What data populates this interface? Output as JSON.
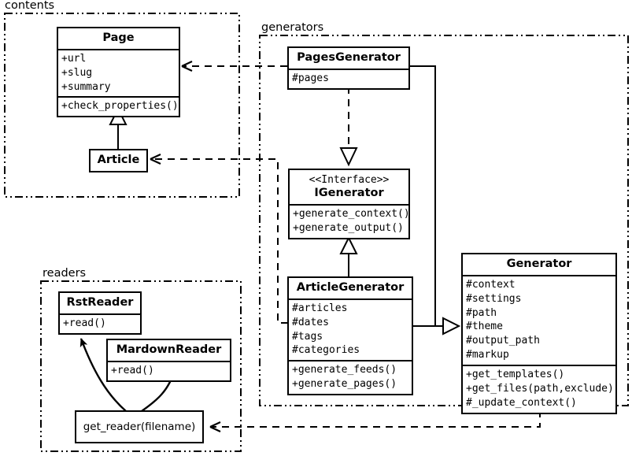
{
  "diagram": {
    "title": "UML class diagram",
    "background": "#ffffff",
    "line_color": "#000000"
  },
  "packages": [
    {
      "id": "contents",
      "label": "contents"
    },
    {
      "id": "generators",
      "label": "generators"
    },
    {
      "id": "readers",
      "label": "readers"
    }
  ],
  "classes": {
    "page": {
      "name": "Page",
      "attributes": [
        "+url",
        "+slug",
        "+summary"
      ],
      "methods": [
        "+check_properties()"
      ]
    },
    "article": {
      "name": "Article",
      "attributes": [],
      "methods": []
    },
    "pages_generator": {
      "name": "PagesGenerator",
      "attributes": [
        "#pages"
      ],
      "methods": []
    },
    "igenerator": {
      "stereotype": "<<Interface>>",
      "name": "IGenerator",
      "attributes": [],
      "methods": [
        "+generate_context()",
        "+generate_output()"
      ]
    },
    "article_generator": {
      "name": "ArticleGenerator",
      "attributes": [
        "#articles",
        "#dates",
        "#tags",
        "#categories"
      ],
      "methods": [
        "+generate_feeds()",
        "+generate_pages()"
      ]
    },
    "generator": {
      "name": "Generator",
      "attributes": [
        "#context",
        "#settings",
        "#path",
        "#theme",
        "#output_path",
        "#markup"
      ],
      "methods": [
        "+get_templates()",
        "+get_files(path,exclude)",
        "#_update_context()"
      ]
    },
    "rst_reader": {
      "name": "RstReader",
      "attributes": [],
      "methods": [
        "+read()"
      ]
    },
    "mardown_reader": {
      "name": "MardownReader",
      "attributes": [],
      "methods": [
        "+read()"
      ]
    }
  },
  "functions": {
    "get_reader": {
      "label": "get_reader(filename)"
    }
  },
  "relations": [
    {
      "from": "article",
      "to": "page",
      "type": "generalization"
    },
    {
      "from": "pages_generator",
      "to": "igenerator",
      "type": "realization"
    },
    {
      "from": "article_generator",
      "to": "igenerator",
      "type": "generalization"
    },
    {
      "from": "pages_generator",
      "to": "generator",
      "type": "generalization"
    },
    {
      "from": "article_generator",
      "to": "generator",
      "type": "generalization"
    },
    {
      "from": "pages_generator",
      "to": "page",
      "type": "dependency"
    },
    {
      "from": "article_generator",
      "to": "article",
      "type": "dependency"
    },
    {
      "from": "generator",
      "to": "get_reader",
      "type": "dependency"
    },
    {
      "from": "get_reader",
      "to": "rst_reader",
      "type": "creates"
    },
    {
      "from": "get_reader",
      "to": "mardown_reader",
      "type": "creates"
    }
  ]
}
